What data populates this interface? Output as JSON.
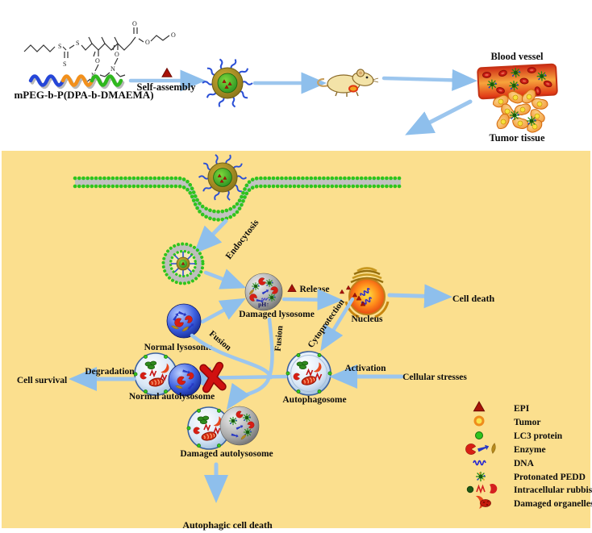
{
  "figure": {
    "polymer_name": "mPEG-b-P(DPA-b-DMAEMA)",
    "self_assembly": "Self-assembly",
    "blood_vessel": "Blood vessel",
    "tumor_tissue": "Tumor tissue"
  },
  "pathway": {
    "endocytosis": "Endocytosis",
    "damaged_lysosome": "Damaged lysosome",
    "ph": "pH↑",
    "release": "Release",
    "nucleus": "Nucleus",
    "cell_death": "Cell death",
    "normal_lysosome": "Normal lysosome",
    "fusion_1": "Fusion",
    "fusion_2": "Fusion",
    "cytoprotection": "Cytoprotection",
    "autophagosome": "Autophagosome",
    "activation": "Activation",
    "cellular_stresses": "Cellular stresses",
    "normal_autolysosome": "Normal autolysosome",
    "degradation": "Degradation",
    "cell_survival": "Cell survival",
    "damaged_autolysosome": "Damaged autolysosome",
    "autophagic_cell_death": "Autophagic cell death"
  },
  "legend": {
    "items": [
      {
        "icon": "epi-triangle-icon",
        "label": "EPI"
      },
      {
        "icon": "tumor-icon",
        "label": "Tumor"
      },
      {
        "icon": "lc3-protein-icon",
        "label": "LC3 protein"
      },
      {
        "icon": "enzyme-icon",
        "label": "Enzyme"
      },
      {
        "icon": "dna-icon",
        "label": "DNA"
      },
      {
        "icon": "protonated-pedd-icon",
        "label": "Protonated PEDD"
      },
      {
        "icon": "intracellular-rubbish-icon",
        "label": "Intracellular rubbish"
      },
      {
        "icon": "damaged-organelles-icon",
        "label": "Damaged organelles"
      }
    ]
  },
  "chem": {
    "atoms": {
      "s1": "S",
      "s2": "S",
      "s3": "S",
      "o1": "O",
      "o2": "O",
      "o3": "O",
      "o4": "O",
      "o5": "O",
      "n1": "N",
      "n2": "N"
    }
  },
  "colors": {
    "cell_background": "#fbdf8e",
    "membrane_green": "#2fc41e",
    "arrow_blue": "#9cc6ee",
    "epi_red": "#a81208",
    "block_x_red": "#d01010"
  }
}
